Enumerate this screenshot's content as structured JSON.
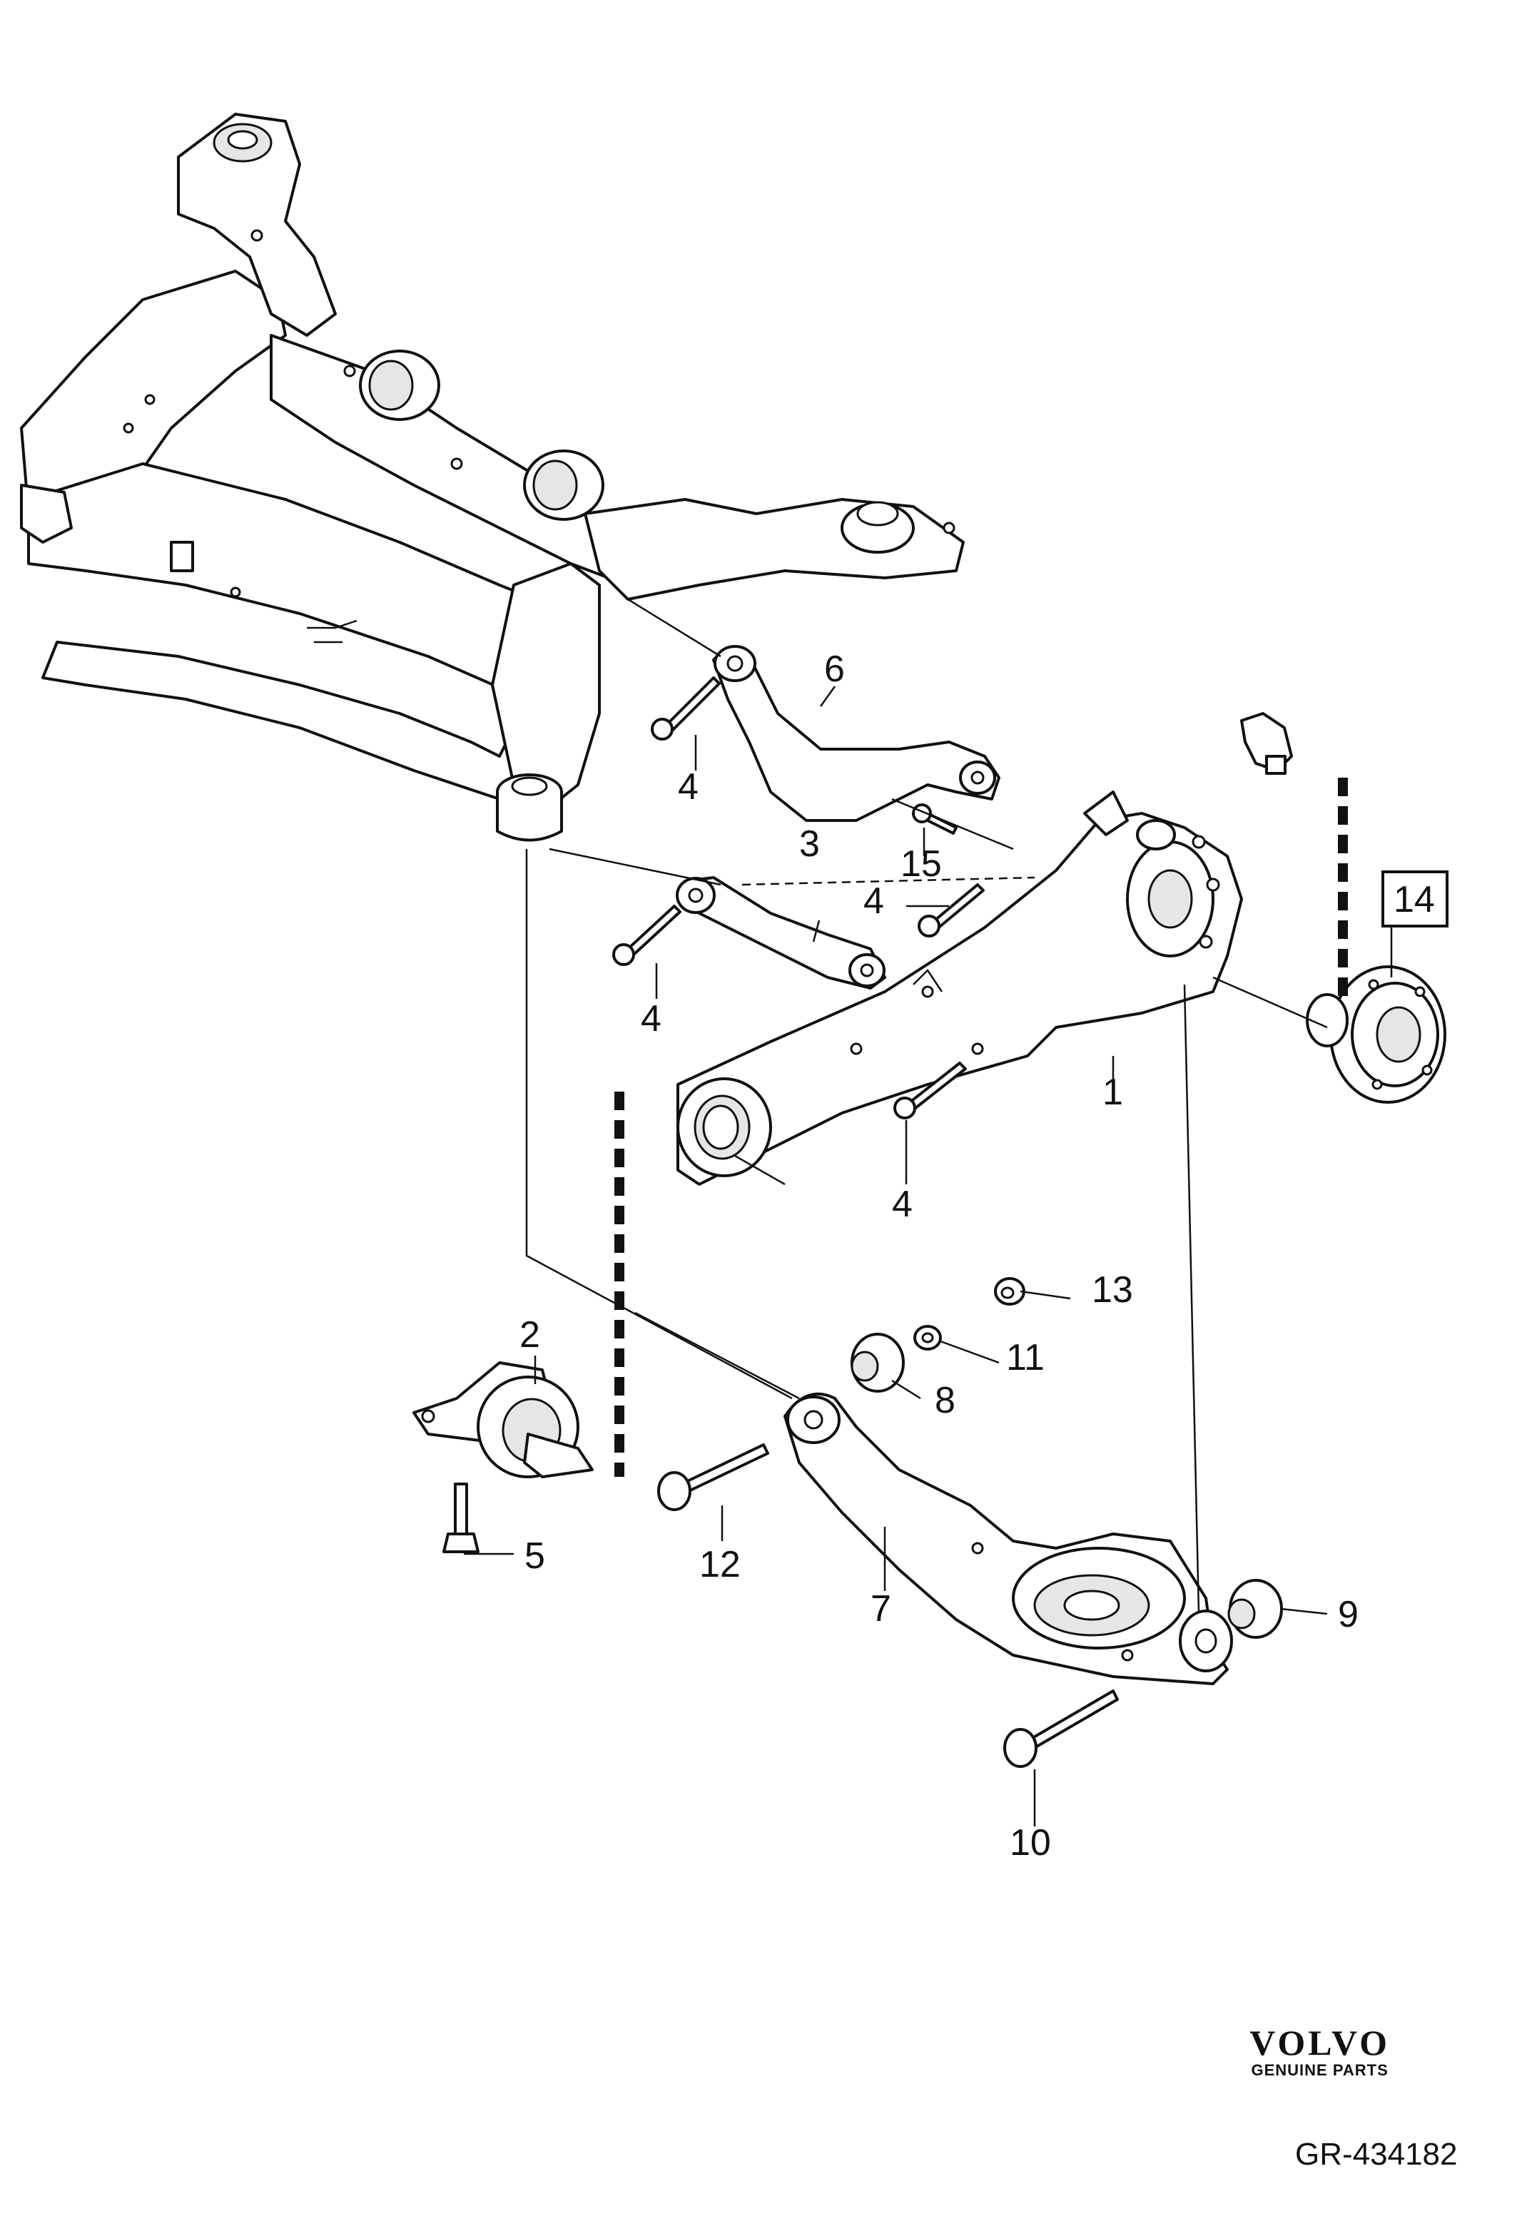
{
  "diagram": {
    "callouts": [
      "1",
      "2",
      "3",
      "4",
      "4",
      "4",
      "4",
      "5",
      "6",
      "7",
      "8",
      "9",
      "10",
      "11",
      "12",
      "13",
      "15"
    ],
    "boxed_callout": "14"
  },
  "branding": {
    "logo_text": "VOLVO",
    "subtext": "GENUINE PARTS"
  },
  "reference": "GR-434182"
}
